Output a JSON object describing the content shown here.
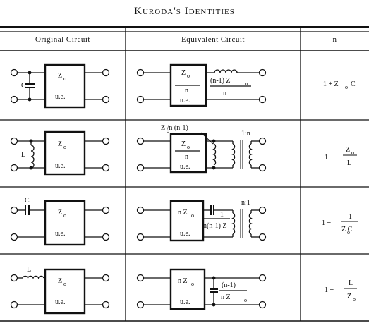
{
  "title": "Kuroda's Identities",
  "headers": {
    "original": "Original Circuit",
    "equivalent": "Equivalent Circuit",
    "n": "n"
  },
  "common": {
    "zo": "Z",
    "sub_o": "o",
    "ue": "u.e.",
    "n": "n",
    "nzo": "n Z"
  },
  "rows": [
    {
      "element": "C",
      "equiv_top": "(n-1) Z",
      "equiv_bottom": "n",
      "n_formula": "1 + Z",
      "n_formula_tail": "C"
    },
    {
      "element": "L",
      "equiv_label": "Z /n (n-1)",
      "transformer": "1:n",
      "n_formula_lead": "1 +",
      "n_num": "Z",
      "n_den": "L"
    },
    {
      "element": "C",
      "transformer": "n:1",
      "equiv_top": "1",
      "equiv_bottom": "n(n-1) Z",
      "n_formula_lead": "1 +",
      "n_num": "1",
      "n_den": "Z  C"
    },
    {
      "element": "L",
      "equiv_top": "(n-1)",
      "equiv_bottom": "n Z",
      "n_formula_lead": "1 +",
      "n_num": "L",
      "n_den": "Z"
    }
  ]
}
